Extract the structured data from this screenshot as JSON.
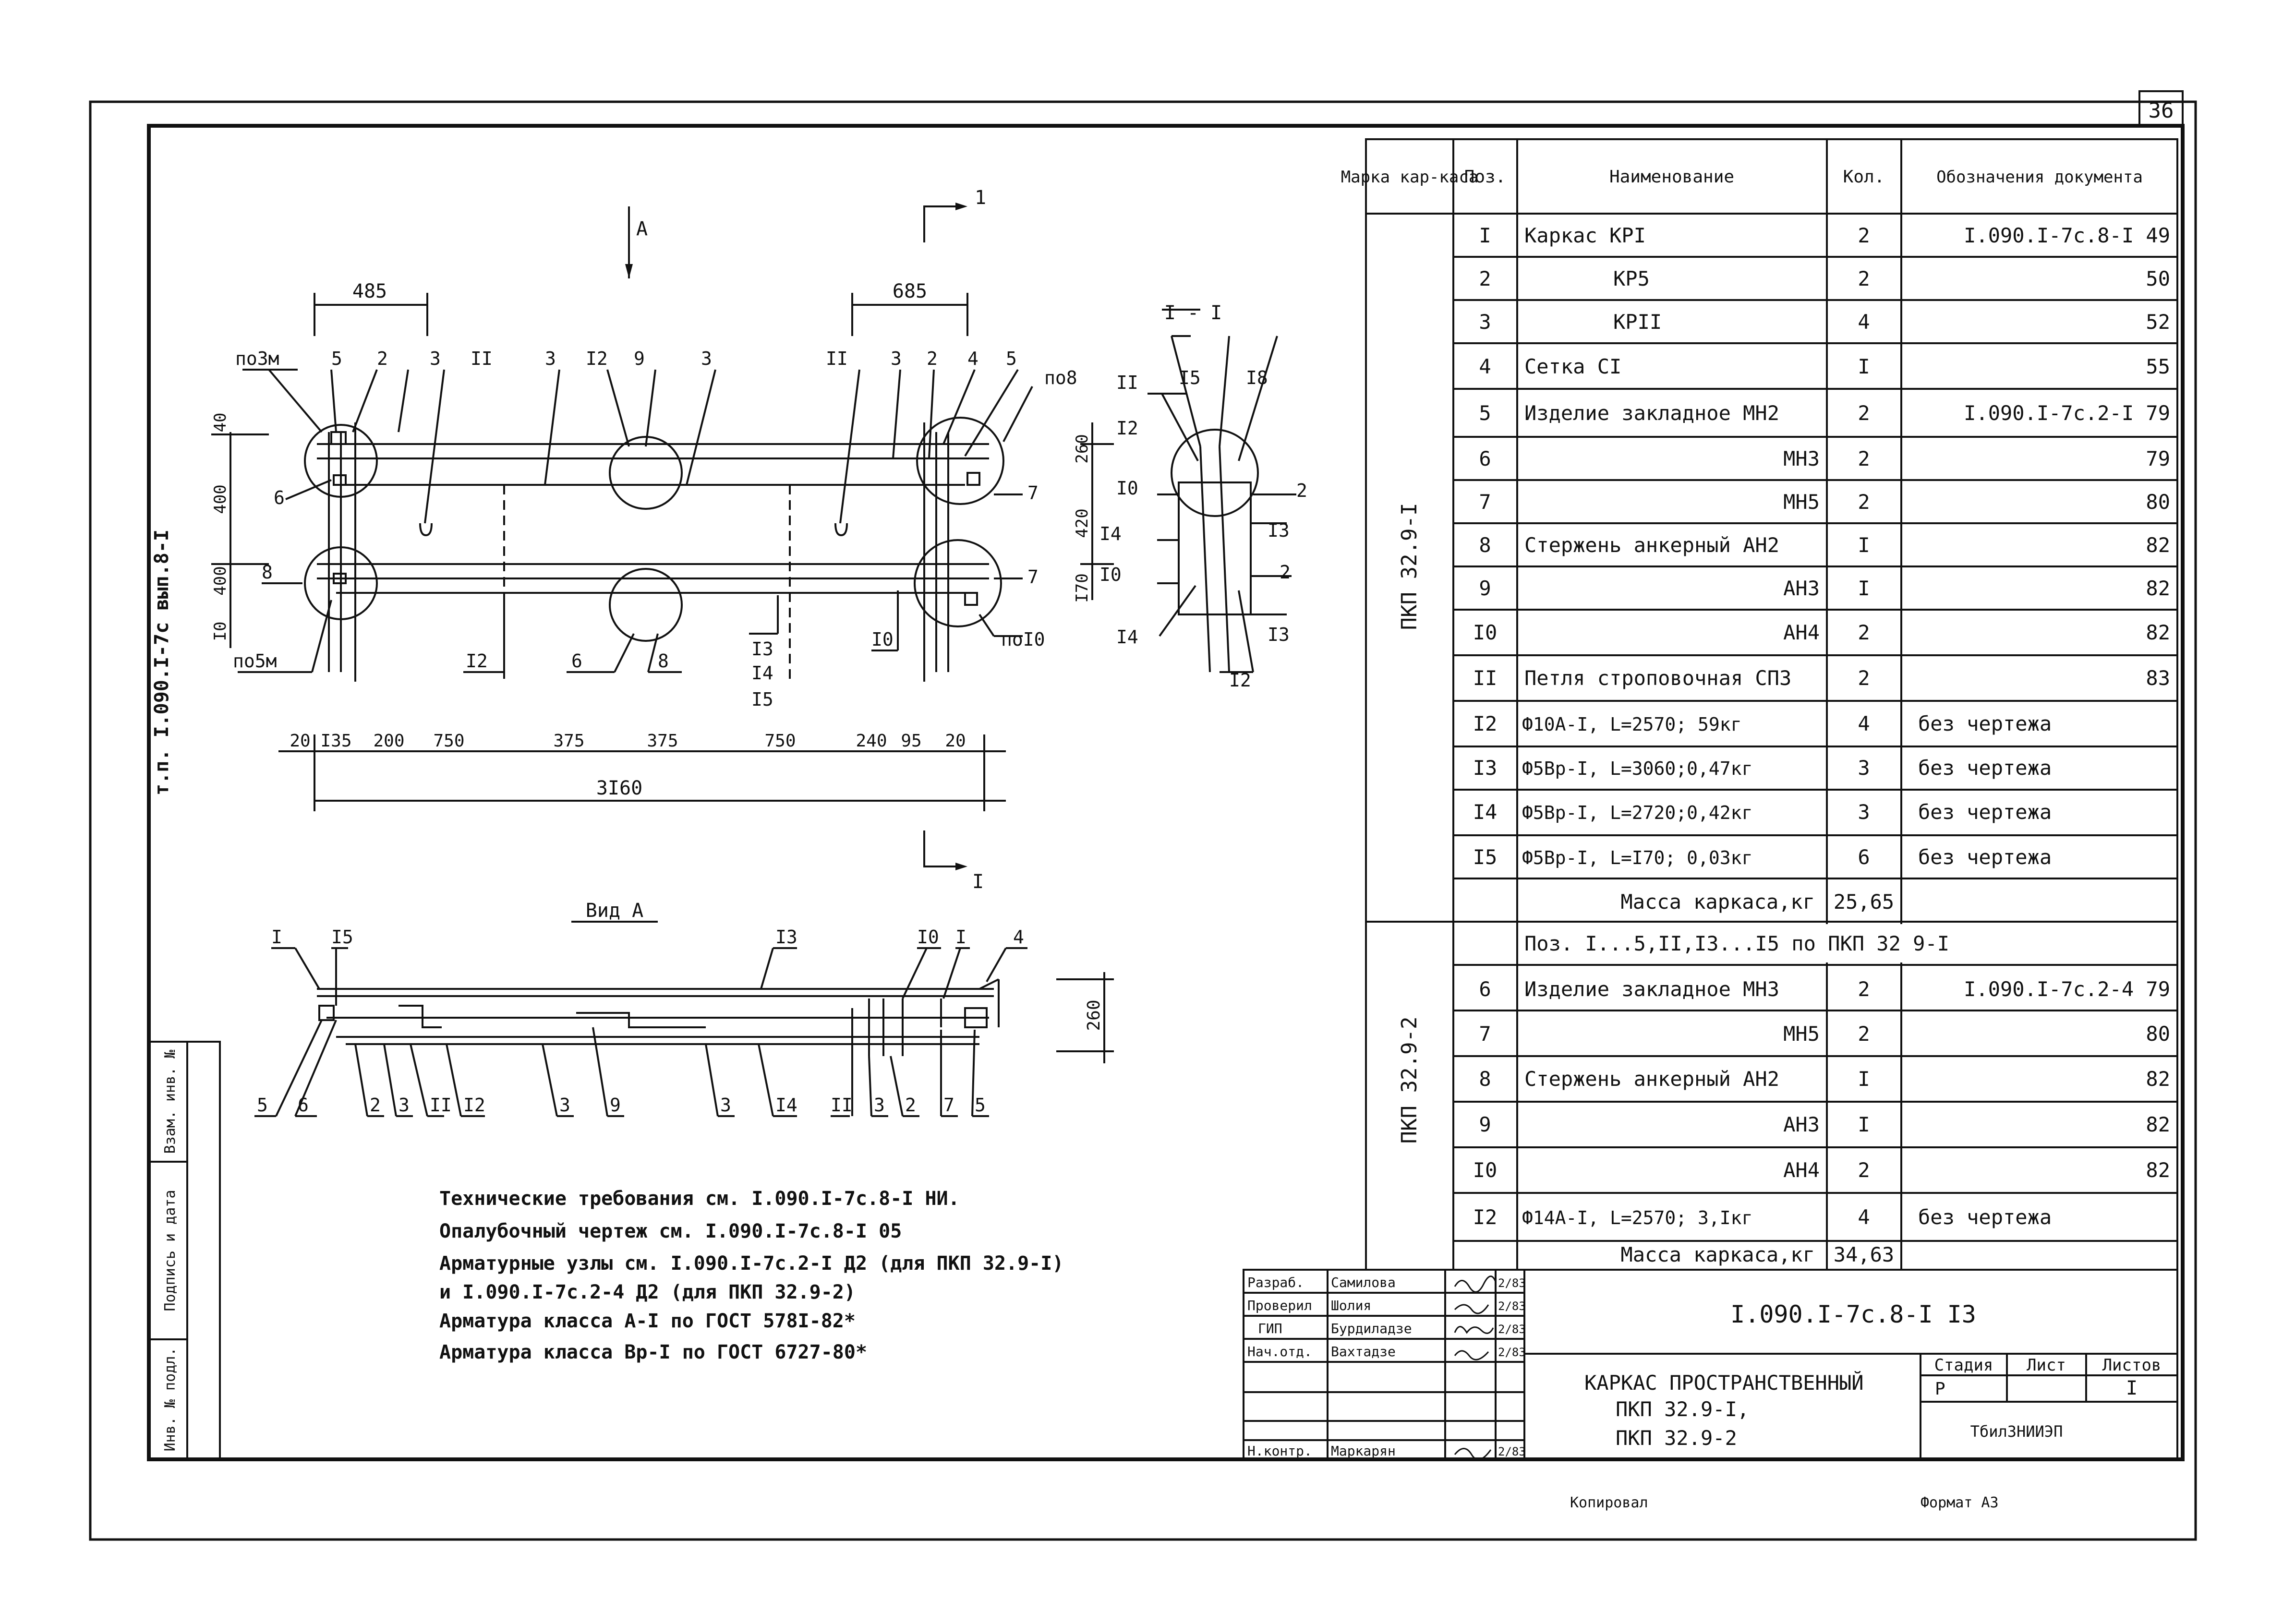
{
  "page_number": "36",
  "side_stamp": "т.п. I.090.I-7с вып.8-I",
  "table": {
    "headers": [
      "Марка кар-каса",
      "Поз.",
      "Наименование",
      "Кол.",
      "Обозначения документа"
    ],
    "group1_mark": "ПКП 32.9-I",
    "group2_mark": "ПКП 32.9-2",
    "rows1": [
      {
        "pos": "I",
        "name": "Каркас КРI",
        "qty": "2",
        "doc": "I.090.I-7с.8-I 49"
      },
      {
        "pos": "2",
        "name": "КР5",
        "qty": "2",
        "doc": "50"
      },
      {
        "pos": "3",
        "name": "КРII",
        "qty": "4",
        "doc": "52"
      },
      {
        "pos": "4",
        "name": "Сетка СI",
        "qty": "I",
        "doc": "55"
      },
      {
        "pos": "5",
        "name": "Изделие закладное МН2",
        "qty": "2",
        "doc": "I.090.I-7с.2-I 79"
      },
      {
        "pos": "6",
        "name": "МН3",
        "qty": "2",
        "doc": "79"
      },
      {
        "pos": "7",
        "name": "МН5",
        "qty": "2",
        "doc": "80"
      },
      {
        "pos": "8",
        "name": "Стержень анкерный АН2",
        "qty": "I",
        "doc": "82"
      },
      {
        "pos": "9",
        "name": "АН3",
        "qty": "I",
        "doc": "82"
      },
      {
        "pos": "I0",
        "name": "АН4",
        "qty": "2",
        "doc": "82"
      },
      {
        "pos": "II",
        "name": "Петля строповочная СП3",
        "qty": "2",
        "doc": "83"
      },
      {
        "pos": "I2",
        "name": "Ф10А-I, L=2570; 59кг",
        "qty": "4",
        "doc": "без чертежа"
      },
      {
        "pos": "I3",
        "name": "Ф5Вр-I, L=3060;0,47кг",
        "qty": "3",
        "doc": "без чертежа"
      },
      {
        "pos": "I4",
        "name": "Ф5Вр-I, L=2720;0,42кг",
        "qty": "3",
        "doc": "без чертежа"
      },
      {
        "pos": "I5",
        "name": "Ф5Вр-I, L=I70; 0,03кг",
        "qty": "6",
        "doc": "без чертежа"
      }
    ],
    "mass1_label": "Масса каркаса,кг",
    "mass1_value": "25,65",
    "group2_note": "Поз. I...5,II,I3...I5 по ПКП 32 9-I",
    "rows2": [
      {
        "pos": "6",
        "name": "Изделие закладное МН3",
        "qty": "2",
        "doc": "I.090.I-7с.2-4 79"
      },
      {
        "pos": "7",
        "name": "МН5",
        "qty": "2",
        "doc": "80"
      },
      {
        "pos": "8",
        "name": "Стержень анкерный АН2",
        "qty": "I",
        "doc": "82"
      },
      {
        "pos": "9",
        "name": "АН3",
        "qty": "I",
        "doc": "82"
      },
      {
        "pos": "I0",
        "name": "АН4",
        "qty": "2",
        "doc": "82"
      },
      {
        "pos": "I2",
        "name": "Ф14А-I, L=2570; 3,Iкг",
        "qty": "4",
        "doc": "без чертежа"
      }
    ],
    "mass2_label": "Масса каркаса,кг",
    "mass2_value": "34,63"
  },
  "notes": [
    "Технические требования см. I.090.I-7с.8-I НИ.",
    "Опалубочный чертеж см. I.090.I-7с.8-I 05",
    "Арматурные узлы см. I.090.I-7с.2-I Д2 (для ПКП 32.9-I)",
    "и I.090.I-7с.2-4 Д2 (для ПКП 32.9-2)",
    "Арматура класса А-I по ГОСТ 578I-82*",
    "Арматура класса Вр-I по ГОСТ 6727-80*"
  ],
  "title_block": {
    "code": "I.090.I-7с.8-I I3",
    "title_lines": [
      "КАРКАС ПРОСТРАНСТВЕННЫЙ",
      "ПКП 32.9-I,",
      "ПКП 32.9-2"
    ],
    "stage_label": "Стадия",
    "sheet_label": "Лист",
    "sheets_label": "Листов",
    "stage": "Р",
    "sheet": "",
    "sheets": "I",
    "org": "ТбилЗНИИЭП",
    "roles": [
      {
        "role": "Разраб.",
        "name": "Самилова",
        "date": "2/83"
      },
      {
        "role": "Проверил",
        "name": "Шолия",
        "date": "2/83"
      },
      {
        "role": "ГИП",
        "name": "Бурдиладзе",
        "date": "2/83"
      },
      {
        "role": "Нач.отд.",
        "name": "Вахтадзе",
        "date": "2/83"
      },
      {
        "role": "",
        "name": "",
        "date": ""
      },
      {
        "role": "",
        "name": "",
        "date": ""
      },
      {
        "role": "Н.контр.",
        "name": "Маркарян",
        "date": "2/83"
      }
    ]
  },
  "left_stamp_labels": [
    "Инв. № подл.",
    "Подпись и дата",
    "Взам. инв. №"
  ],
  "footer_left": "Копировал",
  "footer_right": "Формат А3",
  "drawing": {
    "section_mark": "1",
    "section_mark_bottom": "I",
    "view_arrow": "А",
    "section_title": "I - I",
    "view_title": "Вид А",
    "dims_top_left": "485",
    "dims_top_right": "685",
    "dims_bottom": [
      "20",
      "I35",
      "200",
      "750",
      "375",
      "375",
      "750",
      "240",
      "95",
      "20"
    ],
    "dim_total": "3I60",
    "dims_left": [
      "40",
      "400",
      "400",
      "I0"
    ],
    "dims_right": [
      "260",
      "420",
      "I70"
    ],
    "dim_view": "260",
    "pos_top": [
      "по3м",
      "5",
      "2",
      "3",
      "II",
      "3",
      "I2",
      "9",
      "3",
      "II",
      "3",
      "2",
      "4",
      "5",
      "по8"
    ],
    "pos_side_left": [
      "6",
      "8",
      "по5м"
    ],
    "pos_side_right": [
      "7",
      "7",
      "поI0"
    ],
    "pos_mid": [
      "I2",
      "6",
      "8",
      "I3",
      "I4",
      "I5",
      "I0"
    ],
    "sec_labels": [
      "II",
      "I5",
      "I8",
      "I2",
      "I0",
      "I4",
      "I0",
      "I4",
      "2",
      "I3",
      "2",
      "I3",
      "I2"
    ],
    "view_top": [
      "I",
      "I5",
      "I3",
      "I0",
      "I",
      "4"
    ],
    "view_bottom": [
      "5",
      "6",
      "2",
      "3",
      "II",
      "I2",
      "3",
      "9",
      "3",
      "I4",
      "II",
      "3",
      "2",
      "7",
      "5"
    ]
  }
}
